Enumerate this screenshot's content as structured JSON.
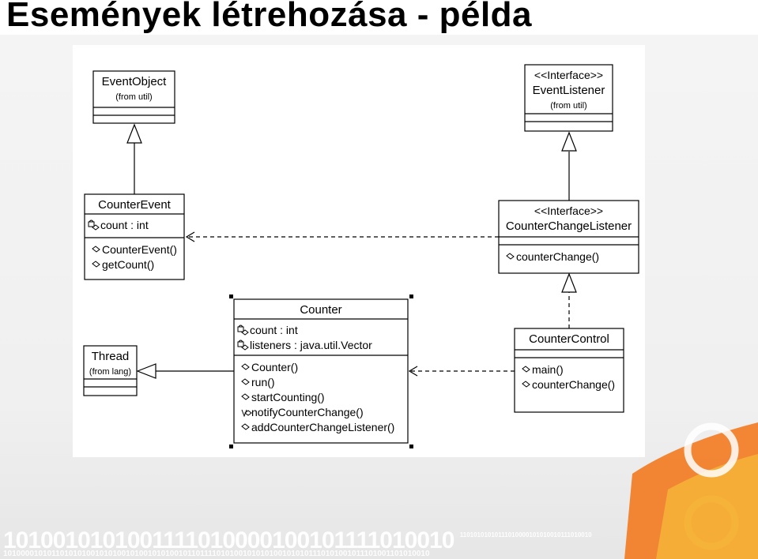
{
  "slide": {
    "title": "Események létrehozása - példa",
    "background_binary": {
      "row1_large": "1010010101001111010000100101111010010",
      "row1_small": "11010101010111010000101010010111010010",
      "row2": "10100001010110101010010101001010010101001011011110101001010101001010101110101001011101001101010010"
    }
  },
  "colors": {
    "accent_orange": "#f27a1f",
    "accent_yellow": "#f6b43a"
  },
  "diagram": {
    "classes": [
      {
        "id": "eventobject",
        "name": "EventObject",
        "package": "(from util)",
        "attributes": [],
        "operations": []
      },
      {
        "id": "eventlistener",
        "stereotype": "<<Interface>>",
        "name": "EventListener",
        "package": "(from util)",
        "attributes": [],
        "operations": []
      },
      {
        "id": "counterevent",
        "name": "CounterEvent",
        "attributes": [
          {
            "text": "count : int",
            "visibility": "private"
          }
        ],
        "operations": [
          {
            "text": "CounterEvent()",
            "visibility": "public"
          },
          {
            "text": "getCount()",
            "visibility": "public"
          }
        ]
      },
      {
        "id": "counterchangelistener",
        "stereotype": "<<Interface>>",
        "name": "CounterChangeListener",
        "attributes": [],
        "operations": [
          {
            "text": "counterChange()",
            "visibility": "public"
          }
        ]
      },
      {
        "id": "counter",
        "name": "Counter",
        "attributes": [
          {
            "text": "count : int",
            "visibility": "private"
          },
          {
            "text": "listeners : java.util.Vector",
            "visibility": "private"
          }
        ],
        "operations": [
          {
            "text": "Counter()",
            "visibility": "public"
          },
          {
            "text": "run()",
            "visibility": "public"
          },
          {
            "text": "startCounting()",
            "visibility": "public"
          },
          {
            "text": "notifyCounterChange()",
            "visibility": "protected"
          },
          {
            "text": "addCounterChangeListener()",
            "visibility": "public"
          }
        ]
      },
      {
        "id": "thread",
        "name": "Thread",
        "package": "(from lang)",
        "attributes": [],
        "operations": []
      },
      {
        "id": "countercontrol",
        "name": "CounterControl",
        "attributes": [],
        "operations": [
          {
            "text": "main()",
            "visibility": "public"
          },
          {
            "text": "counterChange()",
            "visibility": "public"
          }
        ]
      }
    ],
    "relationships": [
      {
        "from": "counterevent",
        "to": "eventobject",
        "type": "generalization"
      },
      {
        "from": "counterchangelistener",
        "to": "eventlistener",
        "type": "generalization"
      },
      {
        "from": "counterchangelistener",
        "to": "counterevent",
        "type": "dependency"
      },
      {
        "from": "countercontrol",
        "to": "counterchangelistener",
        "type": "realization"
      },
      {
        "from": "counter",
        "to": "thread",
        "type": "generalization"
      },
      {
        "from": "countercontrol",
        "to": "counter",
        "type": "dependency"
      }
    ]
  }
}
